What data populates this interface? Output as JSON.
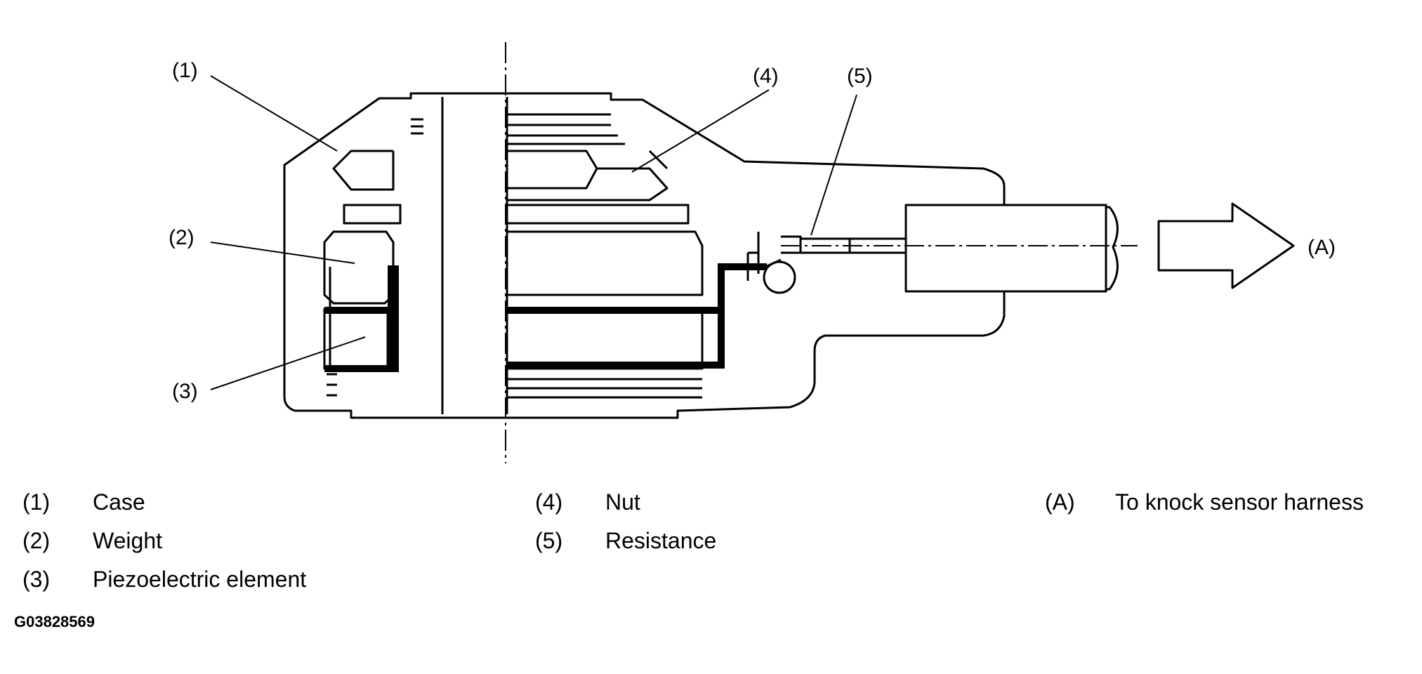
{
  "callouts": {
    "case": "(1)",
    "weight": "(2)",
    "piezo": "(3)",
    "nut": "(4)",
    "resistance": "(5)",
    "harness": "(A)"
  },
  "legend": {
    "col1": [
      {
        "num": "(1)",
        "label": "Case"
      },
      {
        "num": "(2)",
        "label": "Weight"
      },
      {
        "num": "(3)",
        "label": "Piezoelectric element"
      }
    ],
    "col2": [
      {
        "num": "(4)",
        "label": "Nut"
      },
      {
        "num": "(5)",
        "label": "Resistance"
      }
    ],
    "col3": [
      {
        "num": "(A)",
        "label": "To knock sensor harness"
      }
    ]
  },
  "figure_code": "G03828569"
}
